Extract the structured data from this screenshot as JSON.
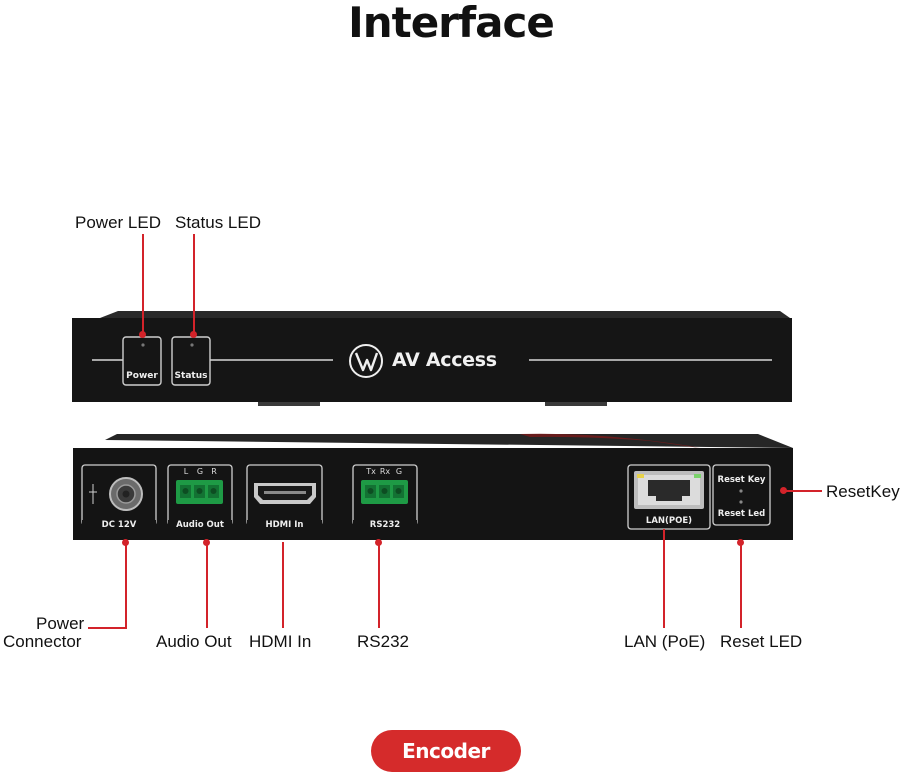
{
  "title": "Interface",
  "front_panel": {
    "brand": "AV Access",
    "led_power_label": "Power",
    "led_status_label": "Status"
  },
  "rear_panel": {
    "dc_label": "DC 12V",
    "audio_label": "Audio Out",
    "audio_pins": [
      "L",
      "G",
      "R"
    ],
    "hdmi_label": "HDMI In",
    "rs232_label": "RS232",
    "rs232_pins": [
      "Tx",
      "Rx",
      "G"
    ],
    "lan_label": "LAN(POE)",
    "reset_key_label": "Reset Key",
    "reset_led_label": "Reset Led"
  },
  "callouts": {
    "power_led": "Power LED",
    "status_led": "Status LED",
    "reset_key": "ResetKey",
    "power_connector_line1": "Power",
    "power_connector_line2": "Connector",
    "audio_out": "Audio Out",
    "hdmi_in": "HDMI In",
    "rs232": "RS232",
    "lan_poe": "LAN (PoE)",
    "reset_led": "Reset LED"
  },
  "badge": "Encoder",
  "colors": {
    "accent": "#d3232a",
    "device": "#141414",
    "badge": "#d52b2b"
  }
}
